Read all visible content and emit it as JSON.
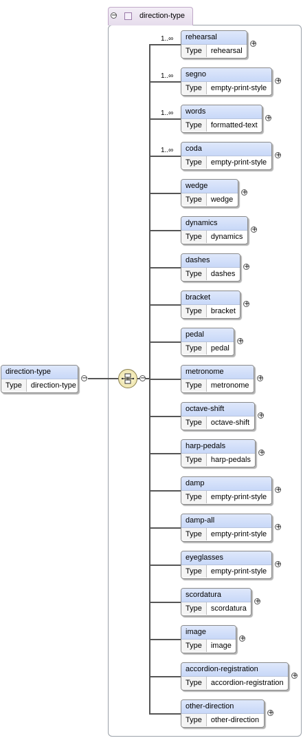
{
  "root": {
    "name": "direction-type",
    "type_label": "Type",
    "type": "direction-type"
  },
  "group": {
    "title": "direction-type"
  },
  "children": [
    {
      "name": "rehearsal",
      "type": "rehearsal",
      "card": "1..∞"
    },
    {
      "name": "segno",
      "type": "empty-print-style",
      "card": "1..∞"
    },
    {
      "name": "words",
      "type": "formatted-text",
      "card": "1..∞"
    },
    {
      "name": "coda",
      "type": "empty-print-style",
      "card": "1..∞"
    },
    {
      "name": "wedge",
      "type": "wedge",
      "card": ""
    },
    {
      "name": "dynamics",
      "type": "dynamics",
      "card": ""
    },
    {
      "name": "dashes",
      "type": "dashes",
      "card": ""
    },
    {
      "name": "bracket",
      "type": "bracket",
      "card": ""
    },
    {
      "name": "pedal",
      "type": "pedal",
      "card": ""
    },
    {
      "name": "metronome",
      "type": "metronome",
      "card": ""
    },
    {
      "name": "octave-shift",
      "type": "octave-shift",
      "card": ""
    },
    {
      "name": "harp-pedals",
      "type": "harp-pedals",
      "card": ""
    },
    {
      "name": "damp",
      "type": "empty-print-style",
      "card": ""
    },
    {
      "name": "damp-all",
      "type": "empty-print-style",
      "card": ""
    },
    {
      "name": "eyeglasses",
      "type": "empty-print-style",
      "card": ""
    },
    {
      "name": "scordatura",
      "type": "scordatura",
      "card": ""
    },
    {
      "name": "image",
      "type": "image",
      "card": ""
    },
    {
      "name": "accordion-registration",
      "type": "accordion-registration",
      "card": ""
    },
    {
      "name": "other-direction",
      "type": "other-direction",
      "card": ""
    }
  ],
  "type_label": "Type",
  "colors": {
    "connector": "#555555",
    "box_header": "#c8d8f8",
    "group_header": "#e6dcec",
    "sequence_node": "#eadfa0"
  }
}
